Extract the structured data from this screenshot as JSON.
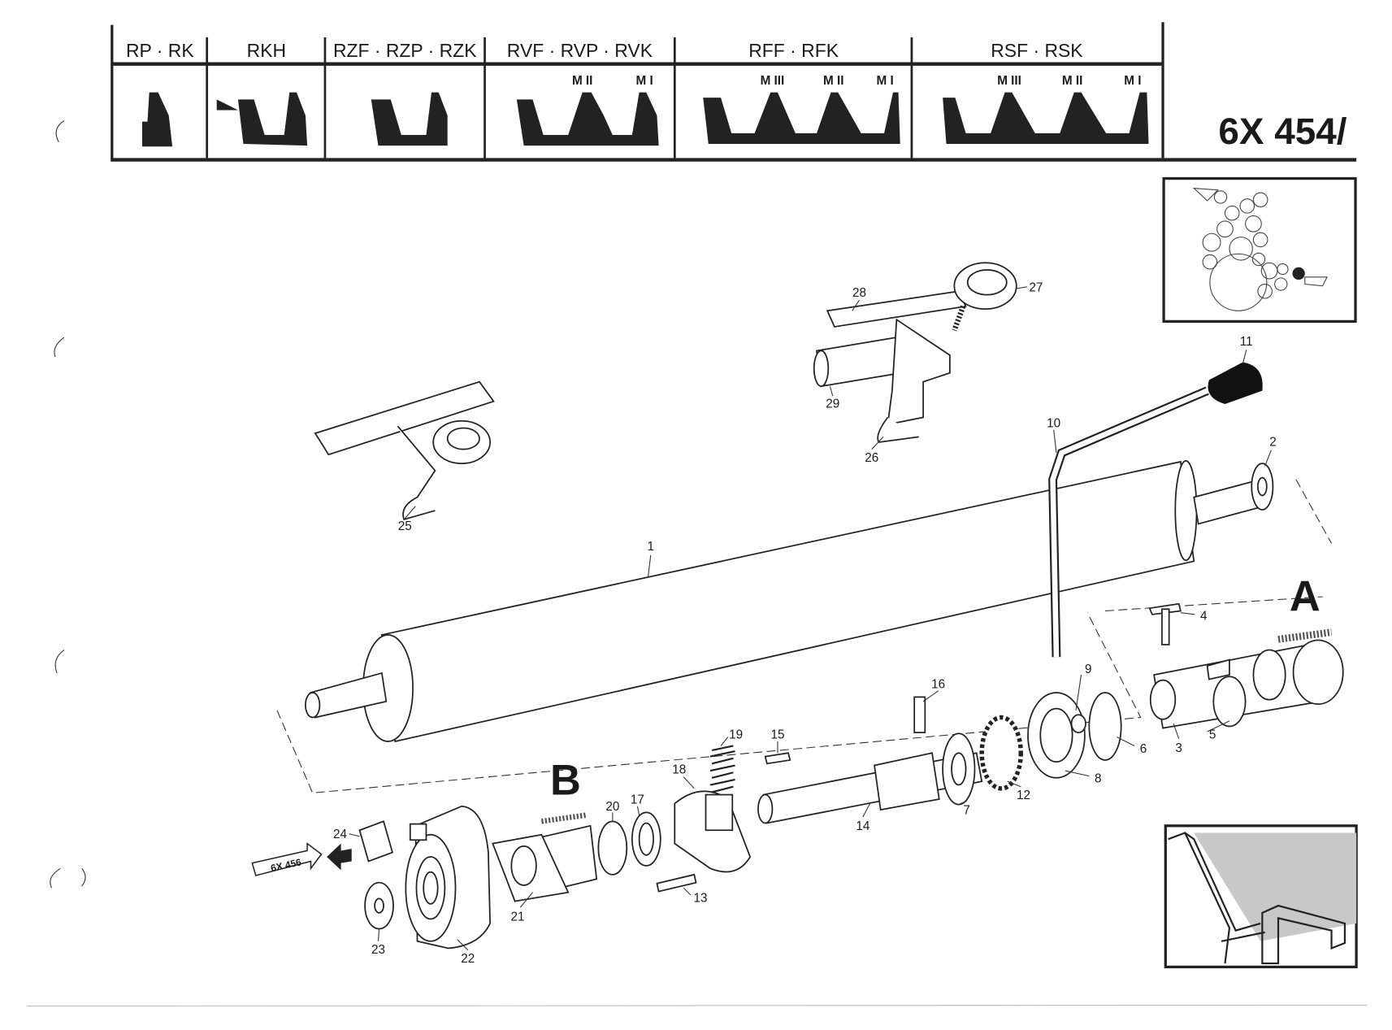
{
  "header": {
    "columns": [
      {
        "label": "RP · RK",
        "modules": []
      },
      {
        "label": "RKH",
        "modules": []
      },
      {
        "label": "RZF · RZP · RZK",
        "modules": []
      },
      {
        "label": "RVF · RVP · RVK",
        "modules": [
          "M II",
          "M I"
        ]
      },
      {
        "label": "RFF · RFK",
        "modules": [
          "M III",
          "M II",
          "M I"
        ]
      },
      {
        "label": "RSF · RSK",
        "modules": [
          "M III",
          "M II",
          "M I"
        ]
      }
    ],
    "page_code": "6X 454/"
  },
  "detail_labels": {
    "a": "A",
    "b": "B"
  },
  "reference_arrow": "6X 456",
  "callouts": [
    "1",
    "2",
    "3",
    "4",
    "5",
    "6",
    "7",
    "8",
    "9",
    "10",
    "11",
    "12",
    "13",
    "14",
    "15",
    "16",
    "17",
    "18",
    "19",
    "20",
    "21",
    "22",
    "23",
    "24",
    "25",
    "26",
    "27",
    "28",
    "29"
  ]
}
